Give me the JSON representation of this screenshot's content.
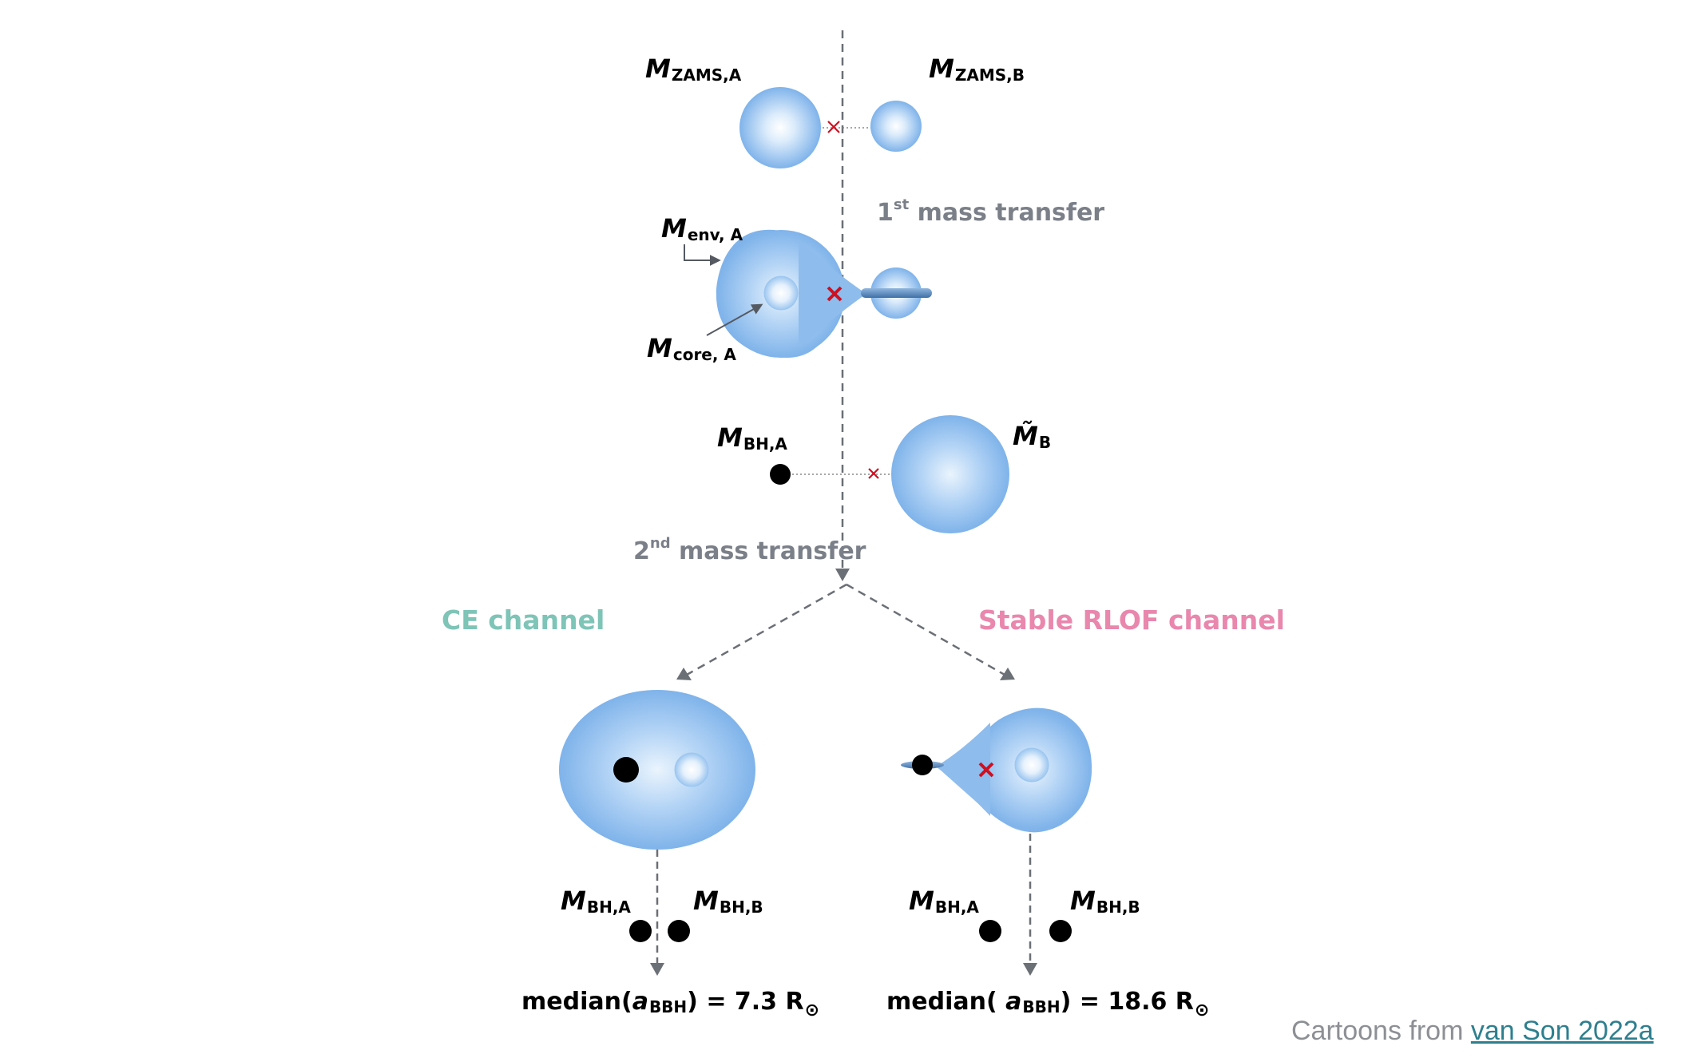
{
  "labels": {
    "m_zams_a": {
      "sym": "M",
      "sub": "ZAMS,A"
    },
    "m_zams_b": {
      "sym": "M",
      "sub": "ZAMS,B"
    },
    "first_transfer": {
      "num": "1",
      "sup": "st",
      "text": " mass transfer"
    },
    "m_env_a": {
      "sym": "M",
      "sub": "env, A"
    },
    "m_core_a": {
      "sym": "M",
      "sub": "core, A"
    },
    "m_bh_a_top": {
      "sym": "M",
      "sub": "BH,A"
    },
    "m_tilde_b": {
      "sym": "M̃",
      "sub": "B"
    },
    "second_transfer": {
      "num": "2",
      "sup": "nd",
      "text": " mass transfer"
    },
    "ce_channel": "CE channel",
    "rlof_channel": "Stable RLOF channel",
    "ce_bh_a": {
      "sym": "M",
      "sub": "BH,A"
    },
    "ce_bh_b": {
      "sym": "M",
      "sub": "BH,B"
    },
    "rlof_bh_a": {
      "sym": "M",
      "sub": "BH,A"
    },
    "rlof_bh_b": {
      "sym": "M",
      "sub": "BH,B"
    },
    "ce_median": {
      "pre": "median(",
      "var": "a",
      "sub": "BBH",
      "post": ") = 7.3 R",
      "sun": "⊙"
    },
    "rlof_median": {
      "pre": "median( ",
      "var": "a",
      "sub": "BBH",
      "post": ") = 18.6 R",
      "sun": "⊙"
    }
  },
  "credit": {
    "text": "Cartoons from ",
    "link": "van Son 2022a"
  },
  "colors": {
    "ce": "#7ec4b7",
    "rlof": "#e987ad",
    "step": "#7a7f88",
    "star_edge": "#7fb3ea",
    "star_center": "#ffffff",
    "marker": "#cc1122",
    "link": "#2e7f8e"
  }
}
